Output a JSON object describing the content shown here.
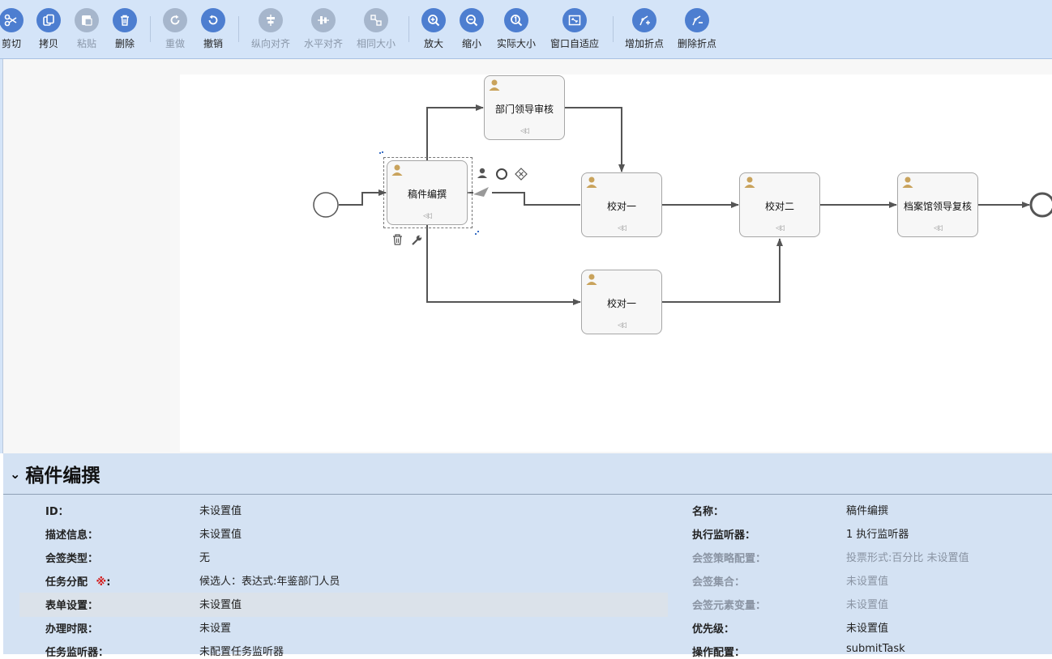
{
  "toolbar": {
    "buttons": [
      {
        "id": "cut",
        "label": "剪切",
        "icon": "scissors-icon",
        "enabled": true
      },
      {
        "id": "copy",
        "label": "拷贝",
        "icon": "copy-icon",
        "enabled": true
      },
      {
        "id": "paste",
        "label": "粘贴",
        "icon": "paste-icon",
        "enabled": false
      },
      {
        "id": "delete",
        "label": "删除",
        "icon": "trash-icon",
        "enabled": true
      },
      {
        "id": "redo",
        "label": "重做",
        "icon": "redo-icon",
        "enabled": false
      },
      {
        "id": "undo",
        "label": "撤销",
        "icon": "undo-icon",
        "enabled": true
      },
      {
        "id": "align-vertical",
        "label": "纵向对齐",
        "icon": "align-vertical-icon",
        "enabled": false
      },
      {
        "id": "align-horizontal",
        "label": "水平对齐",
        "icon": "align-horizontal-icon",
        "enabled": false
      },
      {
        "id": "same-size",
        "label": "相同大小",
        "icon": "same-size-icon",
        "enabled": false
      },
      {
        "id": "zoom-in",
        "label": "放大",
        "icon": "zoom-in-icon",
        "enabled": true
      },
      {
        "id": "zoom-out",
        "label": "缩小",
        "icon": "zoom-out-icon",
        "enabled": true
      },
      {
        "id": "actual-size",
        "label": "实际大小",
        "icon": "actual-size-icon",
        "enabled": true
      },
      {
        "id": "fit-window",
        "label": "窗口自适应",
        "icon": "fit-window-icon",
        "enabled": true
      },
      {
        "id": "add-bend",
        "label": "增加折点",
        "icon": "add-bendpoint-icon",
        "enabled": true
      },
      {
        "id": "remove-bend",
        "label": "删除折点",
        "icon": "remove-bendpoint-icon",
        "enabled": true
      }
    ]
  },
  "diagram": {
    "tasks": [
      {
        "id": "t-dept",
        "label": "部门领导审核"
      },
      {
        "id": "t-draft",
        "label": "稿件编撰",
        "selected": true
      },
      {
        "id": "t-proof1",
        "label": "校对一"
      },
      {
        "id": "t-proof2",
        "label": "校对二"
      },
      {
        "id": "t-archive",
        "label": "档案馆领导复核"
      },
      {
        "id": "t-proof1b",
        "label": "校对一"
      }
    ]
  },
  "properties": {
    "title": "稿件编撰",
    "left": [
      {
        "label": "ID：",
        "value": "未设置值",
        "muted": false
      },
      {
        "label": "描述信息：",
        "value": "未设置值",
        "muted": false
      },
      {
        "label": "会签类型：",
        "value": "无",
        "muted": false
      },
      {
        "label": "任务分配",
        "required_mark": "※",
        "colon": ":",
        "value": "候选人：表达式:年鉴部门人员",
        "muted": false
      },
      {
        "label": "表单设置：",
        "value": "未设置值",
        "muted": false,
        "highlight": true
      },
      {
        "label": "办理时限：",
        "value": "未设置",
        "muted": false
      },
      {
        "label": "任务监听器：",
        "value": "未配置任务监听器",
        "muted": false
      }
    ],
    "right": [
      {
        "label": "名称：",
        "value": "稿件编撰",
        "muted": false
      },
      {
        "label": "执行监听器：",
        "value": "1 执行监听器",
        "muted": false
      },
      {
        "label": "会签策略配置：",
        "value": "投票形式:百分比 未设置值",
        "muted": true
      },
      {
        "label": "会签集合：",
        "value": "未设置值",
        "muted": true
      },
      {
        "label": "会签元素变量：",
        "value": "未设置值",
        "muted": true
      },
      {
        "label": "优先级：",
        "value": "未设置值",
        "muted": false
      },
      {
        "label": "操作配置：",
        "value": "submitTask",
        "muted": false
      }
    ]
  },
  "colors": {
    "toolbar_bg": "#d4e4f8",
    "icon_enabled": "#4d7ed0",
    "icon_disabled": "#a6b6cc",
    "panel_bg": "#d4e2f3",
    "required": "#d21d1d"
  }
}
